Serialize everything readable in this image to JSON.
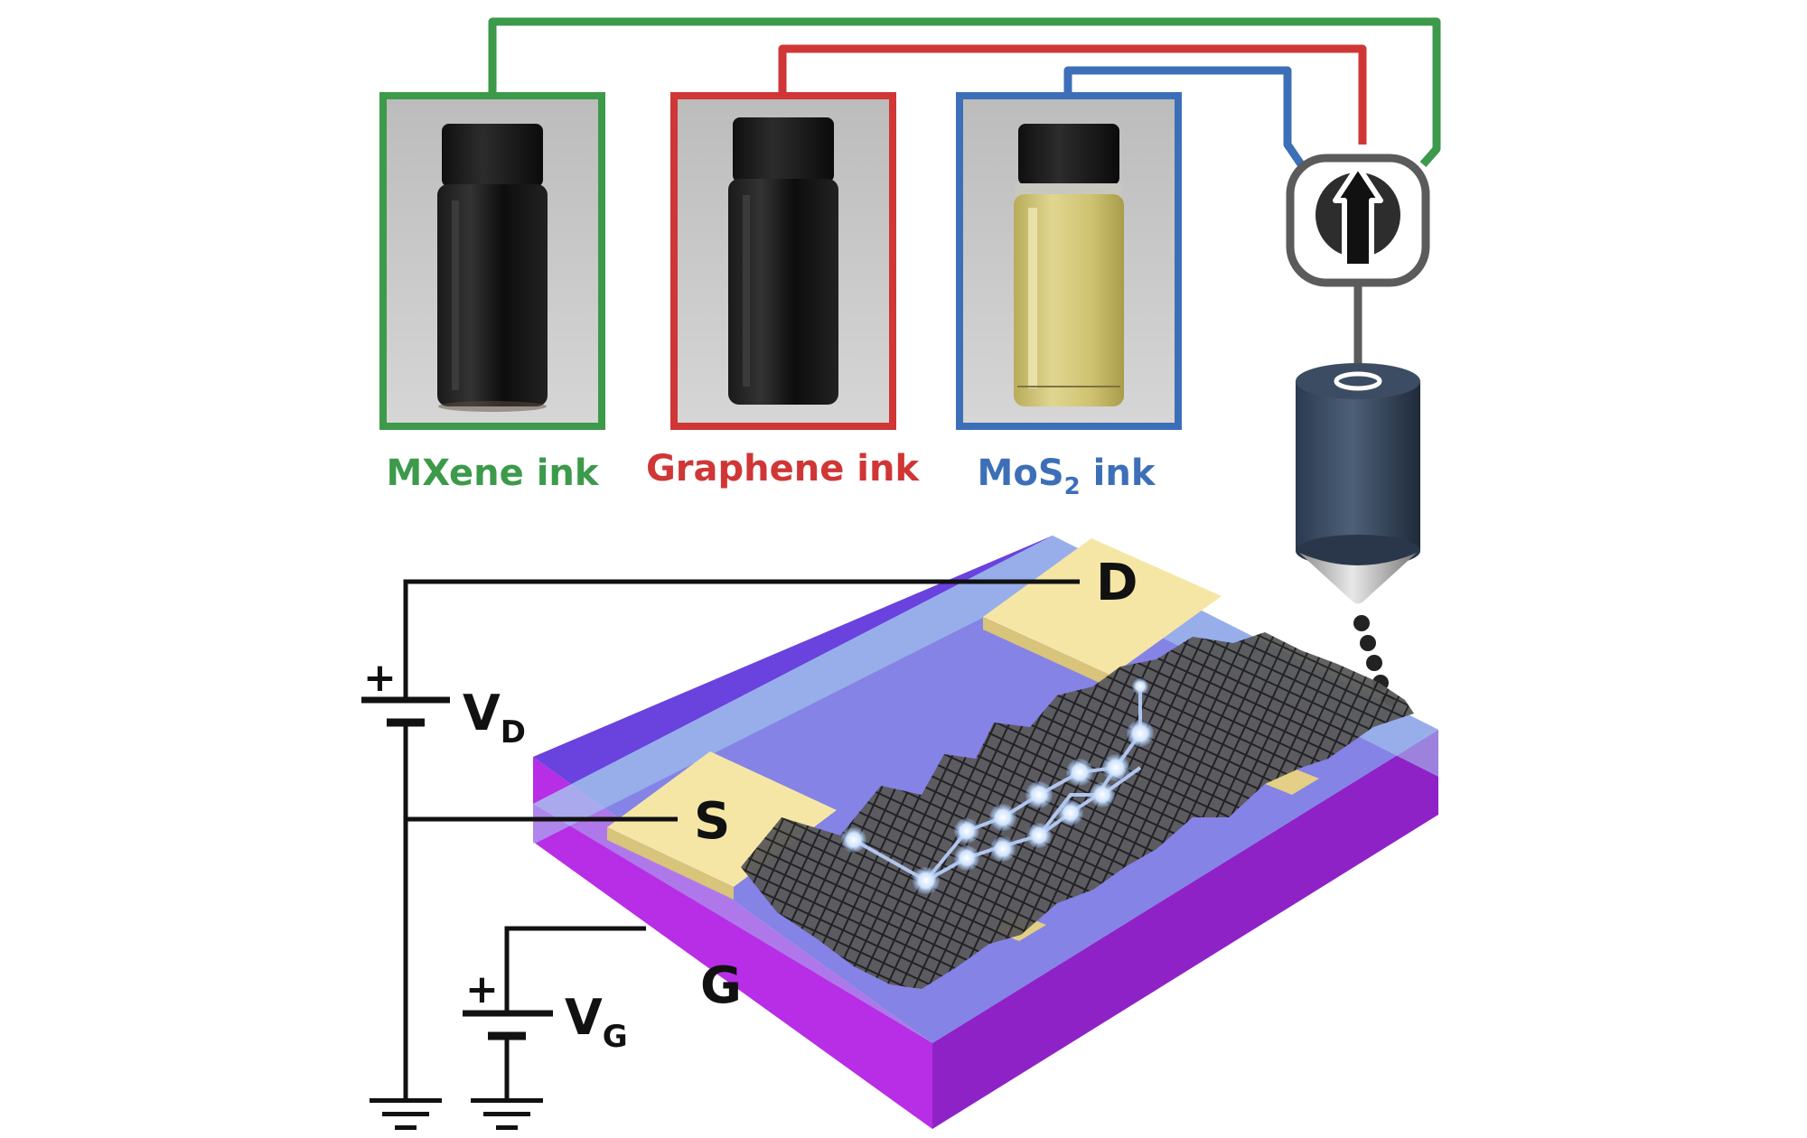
{
  "inks": [
    {
      "name": "MXene ink",
      "color": "#3c9a4a"
    },
    {
      "name": "Graphene ink",
      "color": "#d03636"
    },
    {
      "name": "MoS",
      "subscript": "2",
      "suffix": " ink",
      "color": "#3d6fb8"
    }
  ],
  "terminals": {
    "drain": "D",
    "source": "S",
    "gate": "G"
  },
  "voltages": {
    "vd": {
      "main": "V",
      "sub": "D"
    },
    "vg": {
      "main": "V",
      "sub": "G"
    }
  },
  "battery_plus": "+",
  "colors": {
    "substrate_top": "#6a42dd",
    "substrate_side_front": "#b72ee6",
    "substrate_side_right": "#8f22c6",
    "dielectric": "#a7d2f0",
    "electrode": "#f6e6a6",
    "network": "#3d3d3d",
    "wire": "#111111"
  }
}
